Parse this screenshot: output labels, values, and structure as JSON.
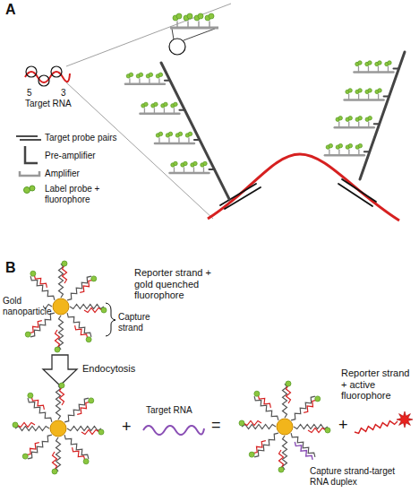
{
  "diagram": {
    "labels": [
      "A",
      "5",
      "3",
      "Target RNA",
      "B",
      "Reporter strand + gold quenched fluorophore",
      "Gold nanoparticle",
      "Capture strand",
      "Endocytosis",
      "+",
      "Target RNA",
      "=",
      "Capture strand-target RNA duplex",
      "+",
      "Reporter strand + active fluorophore"
    ],
    "legend": [
      {
        "text": "Target probe pairs"
      },
      {
        "text": "Pre-amplifier"
      },
      {
        "text": "Amplifier"
      },
      {
        "text": "Label probe + fluorophore"
      }
    ]
  }
}
